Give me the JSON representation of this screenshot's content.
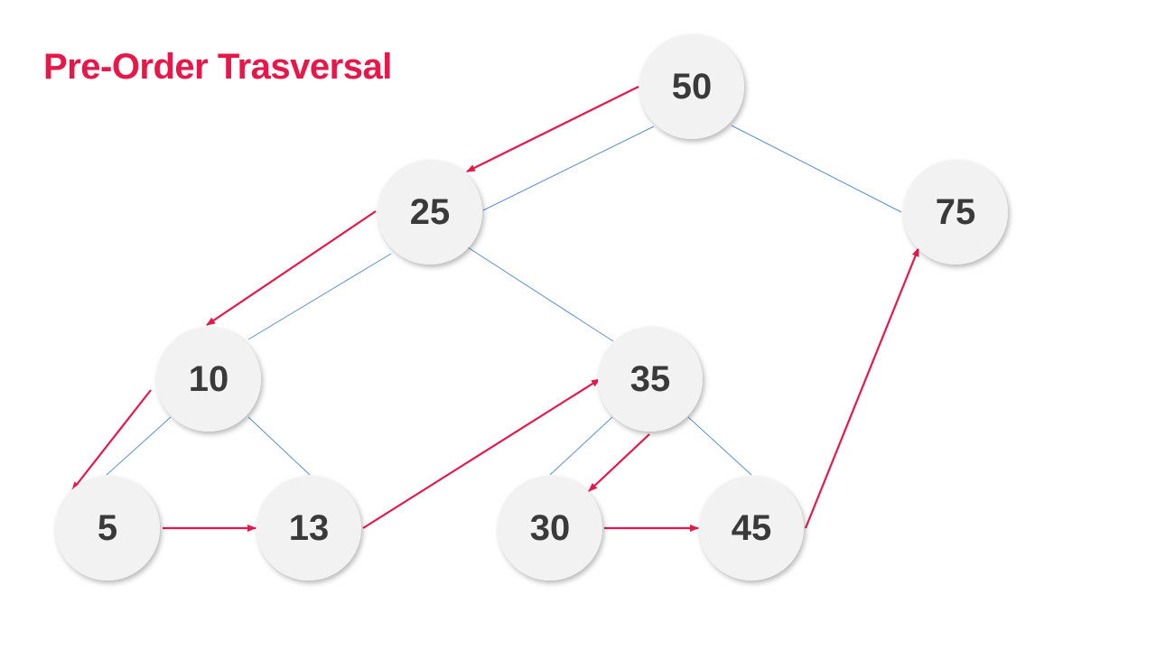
{
  "title": "Pre-Order Trasversal",
  "colors": {
    "accent": "#e8174a",
    "edge": "#5b8fd0",
    "node_fill": "#f2f2f2",
    "node_text": "#3a3a3a"
  },
  "nodes": [
    {
      "id": "n50",
      "label": "50"
    },
    {
      "id": "n25",
      "label": "25"
    },
    {
      "id": "n75",
      "label": "75"
    },
    {
      "id": "n10",
      "label": "10"
    },
    {
      "id": "n35",
      "label": "35"
    },
    {
      "id": "n5",
      "label": "5"
    },
    {
      "id": "n13",
      "label": "13"
    },
    {
      "id": "n30",
      "label": "30"
    },
    {
      "id": "n45",
      "label": "45"
    }
  ],
  "edges": [
    {
      "from": "n50",
      "to": "n25"
    },
    {
      "from": "n50",
      "to": "n75"
    },
    {
      "from": "n25",
      "to": "n10"
    },
    {
      "from": "n25",
      "to": "n35"
    },
    {
      "from": "n10",
      "to": "n5"
    },
    {
      "from": "n10",
      "to": "n13"
    },
    {
      "from": "n35",
      "to": "n30"
    },
    {
      "from": "n35",
      "to": "n45"
    }
  ],
  "traversal_order": [
    "50",
    "25",
    "10",
    "5",
    "13",
    "35",
    "30",
    "45",
    "75"
  ]
}
